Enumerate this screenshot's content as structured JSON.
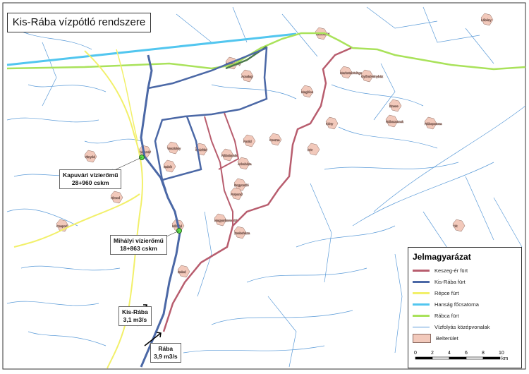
{
  "title": "Kis-Rába vízpótló rendszere",
  "colors": {
    "keszeg": "#b85d6e",
    "kisraba": "#4b68a6",
    "repce": "#f2f06a",
    "hansag": "#52c6ef",
    "rabca": "#a9e25a",
    "streams": "#5b9bd8",
    "belterulet": "#f2c9bb"
  },
  "callouts": {
    "kapuvar": {
      "name": "Kapuvári vízierőmű",
      "km": "28+960 cskm"
    },
    "mihalyi": {
      "name": "Mihályi vízierőmű",
      "km": "18+863 cskm"
    },
    "kisraba_flow": {
      "name": "Kis-Rába",
      "value": "3,1 m3/s"
    },
    "raba_flow": {
      "name": "Rába",
      "value": "3,9 m3/s"
    }
  },
  "towns": [
    "Kapuvár",
    "Mihályi",
    "Vitnyéd",
    "Himod",
    "Csapod",
    "Csorna",
    "Farád",
    "Rábatamási",
    "Jobaháza",
    "Bogyoszló",
    "Potyond",
    "Veszkény",
    "Babót",
    "Szárföld",
    "Dör",
    "Magyarkeresztúr",
    "Zsebeháza",
    "Acsalag",
    "Bősárkány",
    "Rábacsanak",
    "Tét",
    "Beled",
    "Lébény",
    "Tárnokréti",
    "Maglóca",
    "Rábapatona",
    "Kóny",
    "Enese",
    "Győrsövényház",
    "Markotabödöge"
  ],
  "legend": {
    "title": "Jelmagyarázat",
    "items": [
      {
        "label": "Keszeg-ér fürt",
        "type": "line",
        "color": "#b85d6e"
      },
      {
        "label": "Kis-Rába fürt",
        "type": "line",
        "color": "#4b68a6"
      },
      {
        "label": "Répce fürt",
        "type": "line",
        "color": "#f2f06a"
      },
      {
        "label": "Hanság főcsatorna",
        "type": "line",
        "color": "#52c6ef"
      },
      {
        "label": "Rábca fürt",
        "type": "line",
        "color": "#a9e25a"
      },
      {
        "label": "Vízfolyás középvonalak",
        "type": "thin",
        "color": "#5b9bd8"
      },
      {
        "label": "Belterület",
        "type": "area",
        "color": "#f2c9bb"
      }
    ],
    "scale": {
      "ticks": [
        "0",
        "2",
        "4",
        "6",
        "8",
        "10"
      ],
      "unit": "km"
    }
  }
}
